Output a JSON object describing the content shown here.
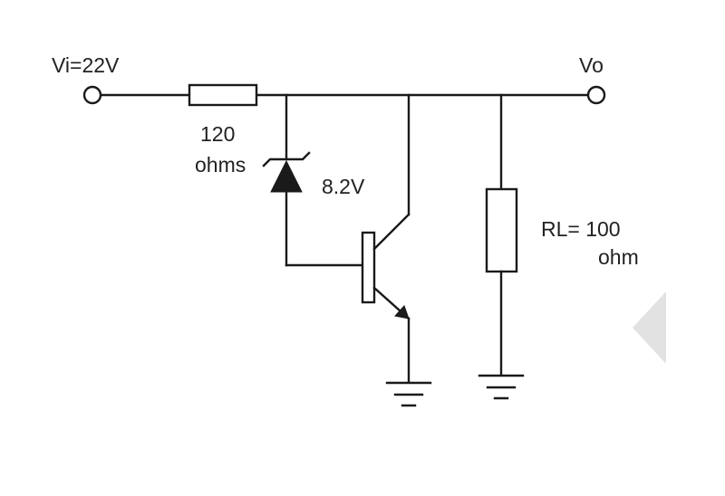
{
  "labels": {
    "input": "Vi=22V",
    "output": "Vo",
    "series_resistor_value": "120",
    "series_resistor_unit": "ohms",
    "zener_voltage": "8.2V",
    "load_resistor_line1": "RL= 100",
    "load_resistor_line2": "ohm"
  },
  "colors": {
    "stroke": "#1a1a1a",
    "background": "#ffffff",
    "watermark": "#e2e2e2"
  }
}
